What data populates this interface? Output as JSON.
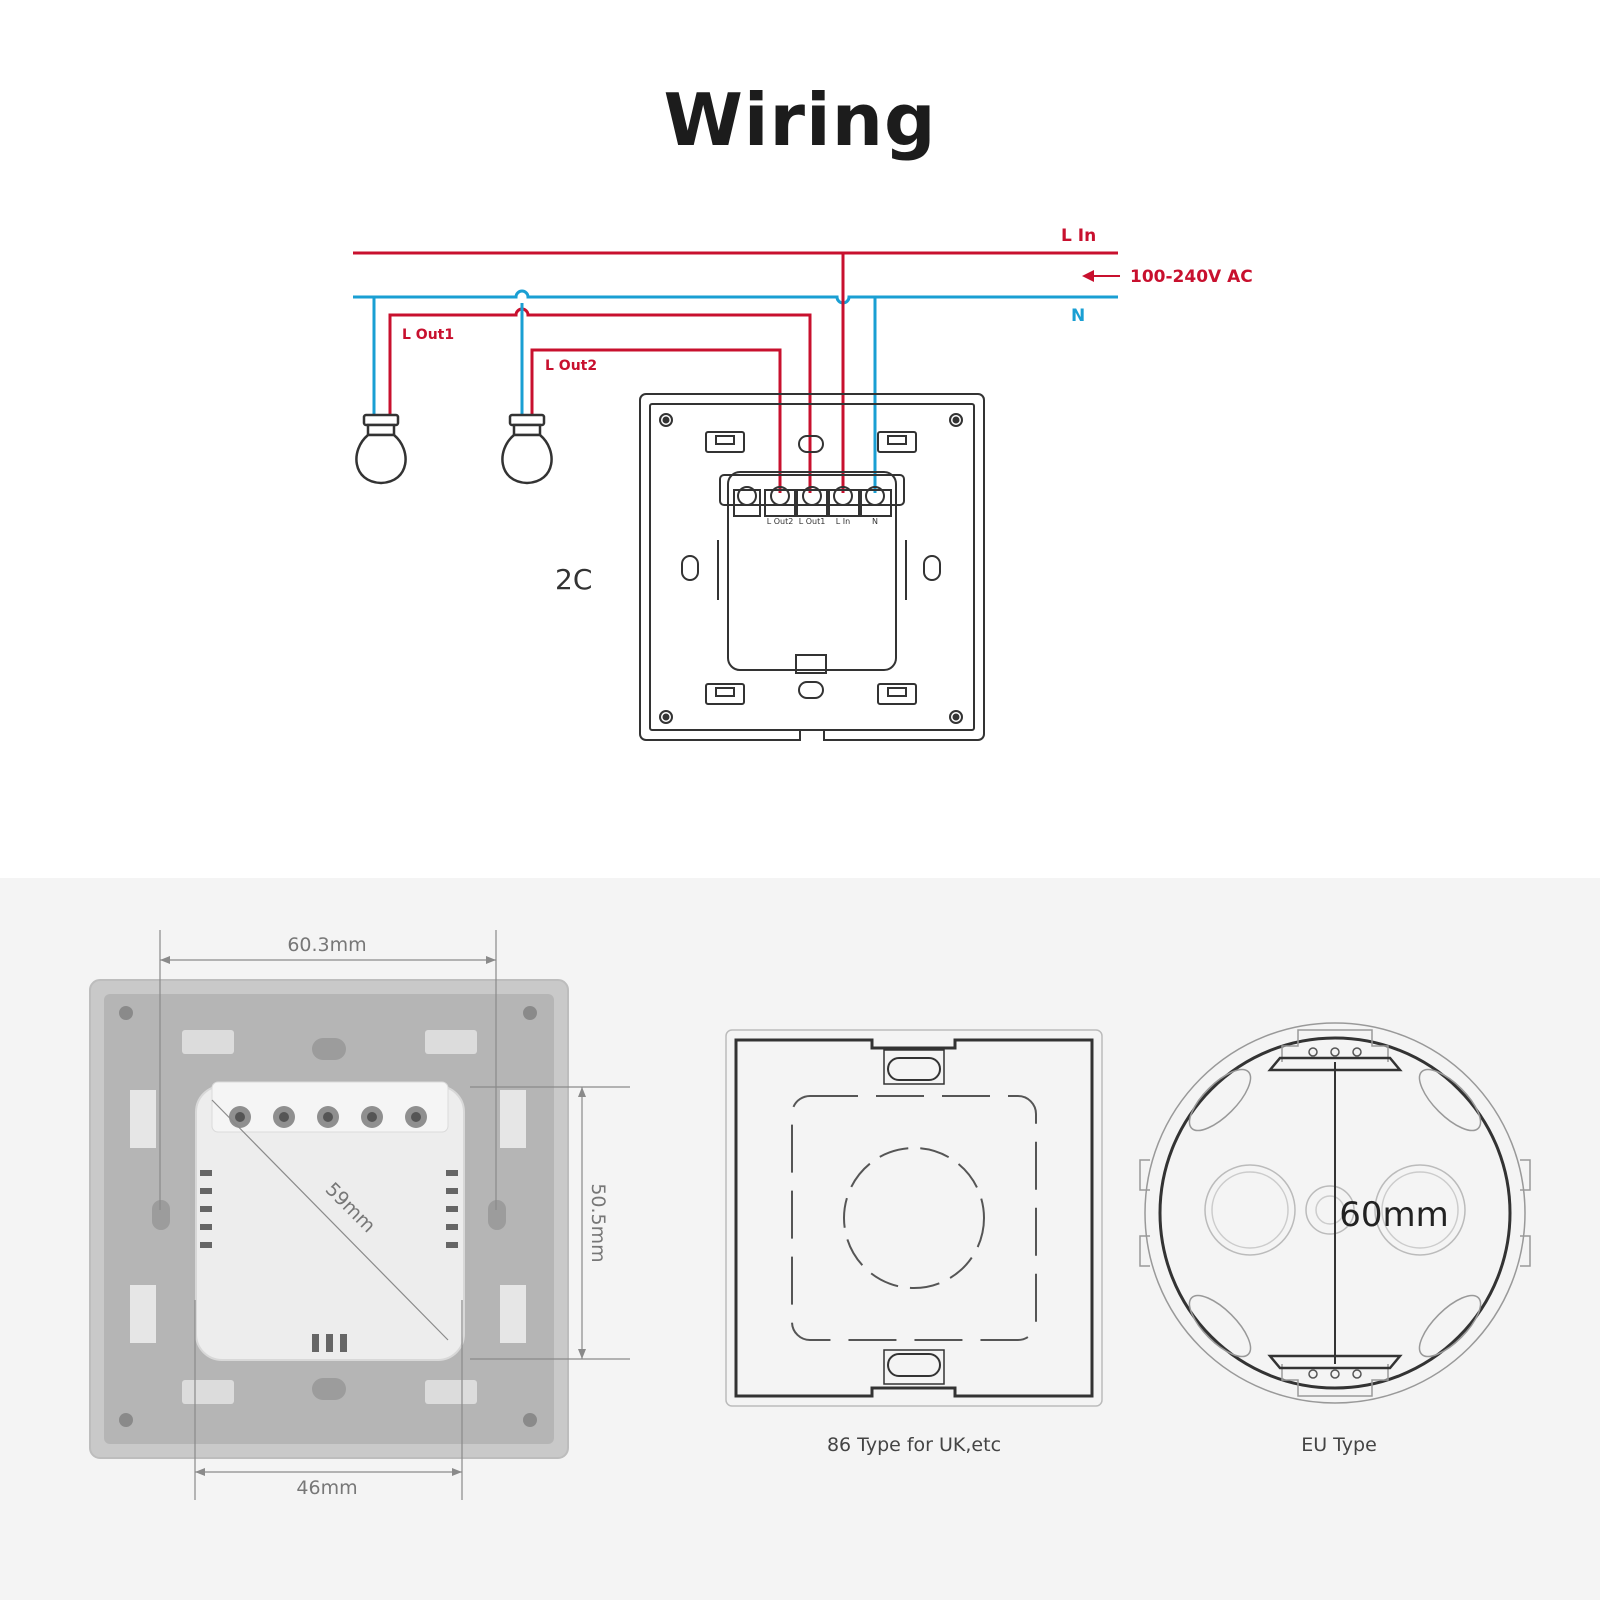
{
  "title": "Wiring",
  "wiring": {
    "line_in_label": "L In",
    "voltage_label": "100-240V AC",
    "neutral_label": "N",
    "out1_label": "L Out1",
    "out2_label": "L Out2",
    "model_label": "2C",
    "terminals": [
      "L Out2",
      "L Out1",
      "L In",
      "N"
    ],
    "colors": {
      "live": "#c8102e",
      "neutral": "#1a9fd3",
      "outline": "#333333"
    }
  },
  "dimensions": {
    "width_top": "60.3mm",
    "width_bottom": "46mm",
    "diagonal": "59mm",
    "height": "50.5mm",
    "eu_diameter": "60mm"
  },
  "box_types": {
    "uk_caption": "86 Type for UK,etc",
    "eu_caption": "EU Type"
  }
}
